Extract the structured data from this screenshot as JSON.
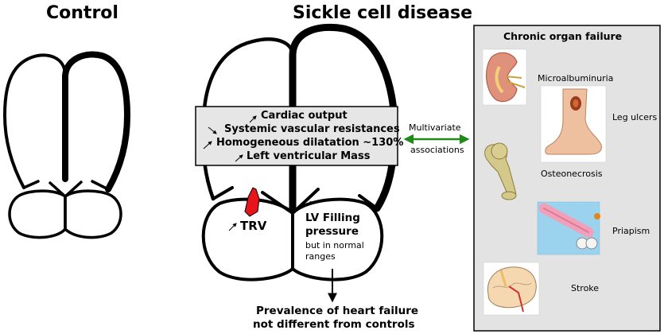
{
  "titles": {
    "control": "Control",
    "sickle": "Sickle cell disease"
  },
  "central_box": {
    "lines": [
      {
        "arrow": "up",
        "text": "Cardiac output"
      },
      {
        "arrow": "down",
        "text": "Systemic vascular resistances"
      },
      {
        "arrow": "up",
        "text": "Homogeneous dilatation ~130%"
      },
      {
        "arrow": "up",
        "text": "Left ventricular Mass"
      }
    ]
  },
  "associations": {
    "line1": "Multivariate",
    "line2": "associations"
  },
  "trv": {
    "arrow": "up",
    "label": "TRV"
  },
  "lv": {
    "line1": "LV Filling",
    "line2": "pressure",
    "line3": "but in normal",
    "line4": "ranges"
  },
  "prevalence": {
    "line1": "Prevalence of heart failure",
    "line2": "not different from controls"
  },
  "organ_panel": {
    "title": "Chronic organ failure",
    "items": [
      {
        "icon": "kidney-icon",
        "label": "Microalbuminuria"
      },
      {
        "icon": "leg-ulcer-icon",
        "label": "Leg ulcers"
      },
      {
        "icon": "femur-bone-icon",
        "label": "Osteonecrosis"
      },
      {
        "icon": "priapism-icon",
        "label": "Priapism"
      },
      {
        "icon": "brain-icon",
        "label": "Stroke"
      }
    ]
  },
  "colors": {
    "box_fill": "#e6e6e6",
    "panel_fill": "#e3e3e3",
    "red": "#e8141b",
    "green": "#1f8a1a"
  }
}
